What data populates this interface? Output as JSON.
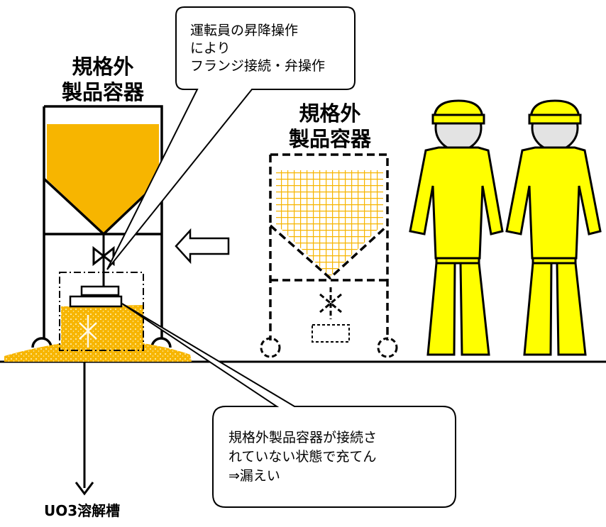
{
  "container_left": {
    "label_line1": "規格外",
    "label_line2": "製品容器"
  },
  "container_right": {
    "label_line1": "規格外",
    "label_line2": "製品容器"
  },
  "callout_top": {
    "line1": "運転員の昇降操作",
    "line2": "により",
    "line3": "フランジ接続・弁操作"
  },
  "callout_bottom": {
    "line1": "規格外製品容器が接続さ",
    "line2": "れていない状態で充てん",
    "line3": "⇒漏えい"
  },
  "destination": {
    "label": "UO3溶解槽"
  },
  "colors": {
    "powder": "#F7B500",
    "powder_grid": "#F7B500",
    "worker_suit": "#FFFF00",
    "worker_face": "#E3E3E3",
    "outline": "#000000"
  }
}
